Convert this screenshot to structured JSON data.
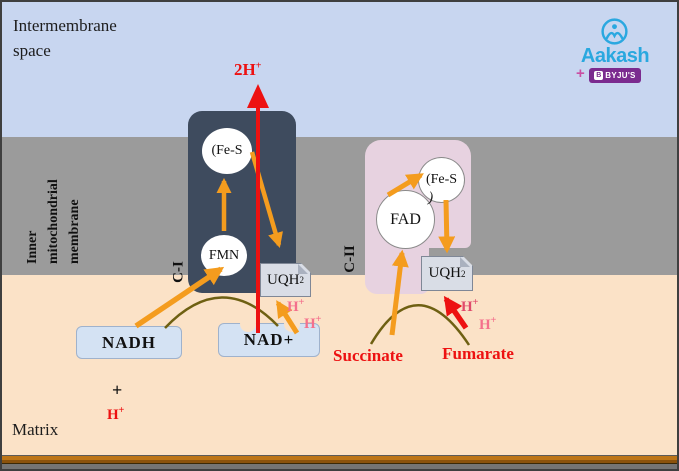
{
  "header": {
    "brand": "Aakash",
    "badge_plus": "+",
    "badge_text": "BYJU'S",
    "badge_icon": "B"
  },
  "regions": {
    "intermembrane": {
      "line1": "Intermembrane",
      "line2": "space"
    },
    "membrane": {
      "lines": [
        "Inner",
        "mitochondrial",
        "membrane"
      ]
    },
    "matrix": {
      "label": "Matrix"
    }
  },
  "complex1": {
    "label": "C-I",
    "fes": "(Fe-S",
    "fmn": "FMN"
  },
  "complex2": {
    "label": "C-II",
    "fad": "FAD",
    "fes": "(Fe-S",
    "fes_paren": ")"
  },
  "ubiquinol": {
    "base": "UQH",
    "sub": "2"
  },
  "molecules": {
    "nadh": "NADH",
    "nad_plus": "NAD+",
    "succinate": "Succinate",
    "fumarate": "Fumarate"
  },
  "ions": {
    "two_protons": {
      "base": "2H",
      "sup": "+"
    },
    "proton": {
      "base": "H",
      "sup": "+"
    },
    "plus_sign": "+"
  },
  "colors": {
    "intermembrane_blue": "#C8D6F0",
    "membrane_gray": "#9B9B9B",
    "matrix_peach": "#FBE2C7",
    "complex1_navy": "#3E4B5E",
    "complex2_pink": "#E7D2E0",
    "arrow_orange": "#F49C1E",
    "arrow_red": "#ED1111",
    "proton_pink": "#F4708C",
    "curve_olive": "#6E6012",
    "aakash_blue": "#29A8DF",
    "byjus_purple": "#7B2B8F"
  }
}
